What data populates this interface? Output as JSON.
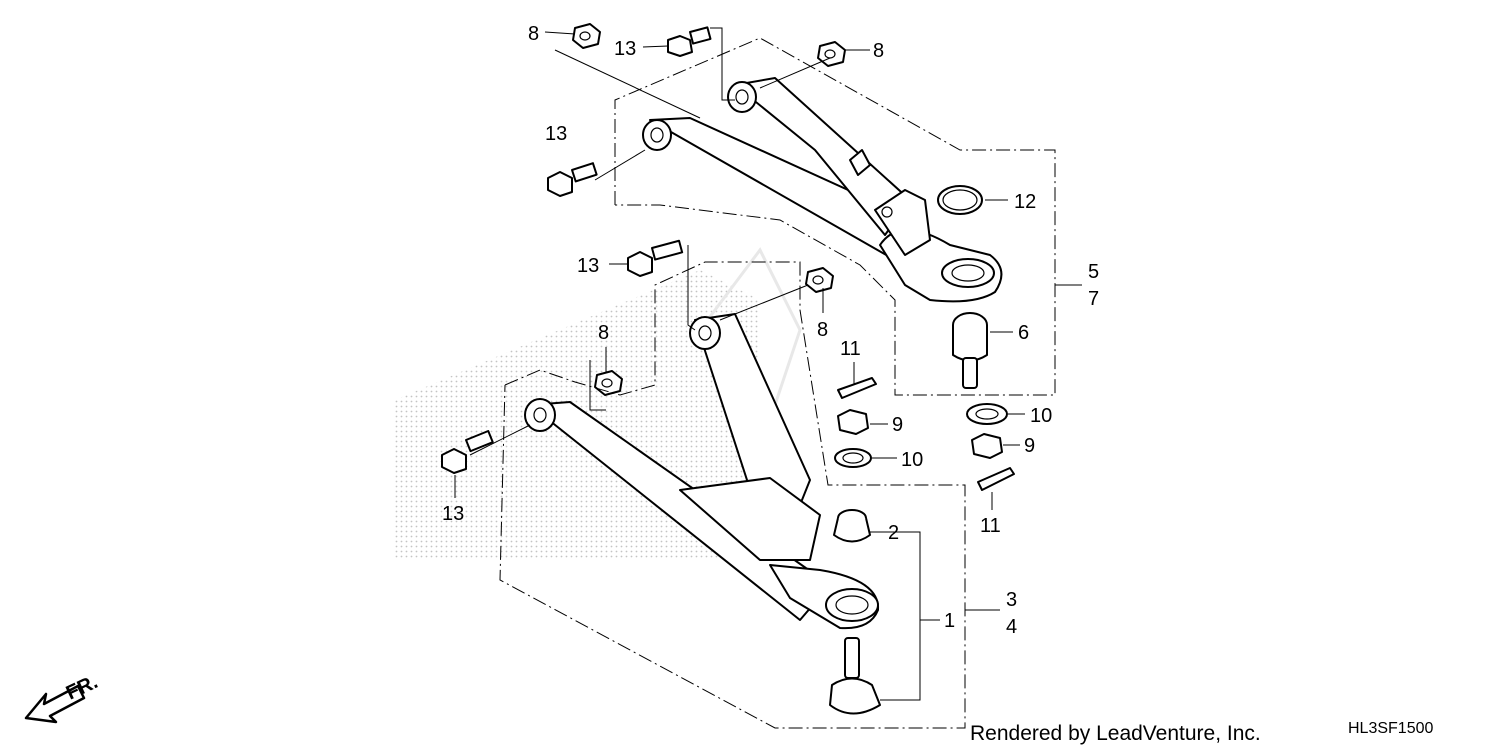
{
  "callouts": [
    {
      "id": "c8a",
      "label": "8"
    },
    {
      "id": "c13a",
      "label": "13"
    },
    {
      "id": "c8b",
      "label": "8"
    },
    {
      "id": "c13b",
      "label": "13"
    },
    {
      "id": "c12",
      "label": "12"
    },
    {
      "id": "c5",
      "label": "5"
    },
    {
      "id": "c7",
      "label": "7"
    },
    {
      "id": "c6",
      "label": "6"
    },
    {
      "id": "c13c",
      "label": "13"
    },
    {
      "id": "c8c",
      "label": "8"
    },
    {
      "id": "c8d",
      "label": "8"
    },
    {
      "id": "c11a",
      "label": "11"
    },
    {
      "id": "c9a",
      "label": "9"
    },
    {
      "id": "c10a",
      "label": "10"
    },
    {
      "id": "c10b",
      "label": "10"
    },
    {
      "id": "c9b",
      "label": "9"
    },
    {
      "id": "c11b",
      "label": "11"
    },
    {
      "id": "c13d",
      "label": "13"
    },
    {
      "id": "c2",
      "label": "2"
    },
    {
      "id": "c1",
      "label": "1"
    },
    {
      "id": "c3",
      "label": "3"
    },
    {
      "id": "c4",
      "label": "4"
    }
  ],
  "direction_label": "FR.",
  "credit": "Rendered by LeadVenture, Inc.",
  "diagram_code": "HL3SF1500"
}
